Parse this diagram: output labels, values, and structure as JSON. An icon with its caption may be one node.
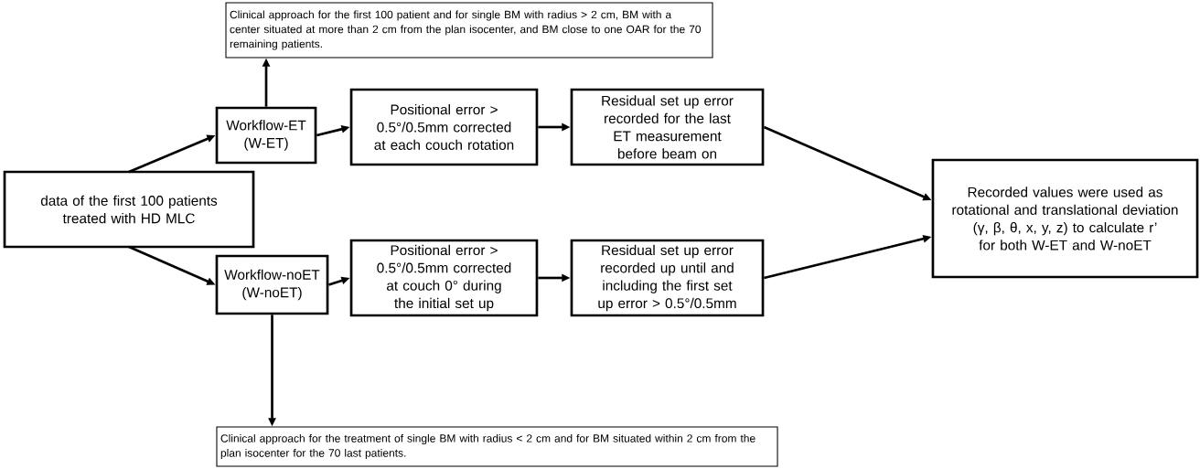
{
  "diagram": {
    "nodes": [
      {
        "text": [
          "Clinical approach for the first 100 patient and for single BM with radius > 2 cm, BM with a center situated at more than 2 cm from the plan isocenter, and BM close to one OAR for the 70 remaining patients."
        ]
      },
      {
        "text": [
          "data of the first 100 patients treated with HD MLC"
        ]
      },
      {
        "text": [
          "Workflow-ET (W-ET)"
        ]
      },
      {
        "text": [
          "Positional error > 0.5°/0.5mm corrected at each couch rotation"
        ]
      },
      {
        "text": [
          "Residual set up error recorded for the last ET measurement before beam on"
        ]
      },
      {
        "text": [
          "Workflow-noET (W-noET)"
        ]
      },
      {
        "text": [
          "Positional error > 0.5°/0.5mm corrected at couch 0° during the initial set up"
        ]
      },
      {
        "text": [
          "Residual set up error recorded up until and including the first set up error > 0.5°/0.5mm"
        ]
      },
      {
        "text": [
          "Recorded values were used as rotational and translational deviation (γ, β, θ, x, y, z) to calculate r’ for both W-ET and W-noET"
        ]
      },
      {
        "text": [
          "Clinical approach for the treatment of single BM with radius < 2 cm and for BM situated within 2 cm from the plan isocenter for the 70 last patients."
        ]
      }
    ],
    "edges": [
      {
        "from": 2,
        "to": 0,
        "arrow": "to"
      },
      {
        "from": 1,
        "to": 2,
        "arrow": "to"
      },
      {
        "from": 1,
        "to": 5,
        "arrow": "to"
      },
      {
        "from": 2,
        "to": 3,
        "arrow": "to"
      },
      {
        "from": 3,
        "to": 4,
        "arrow": "to"
      },
      {
        "from": 4,
        "to": 8,
        "arrow": "to"
      },
      {
        "from": 5,
        "to": 6,
        "arrow": "to"
      },
      {
        "from": 6,
        "to": 7,
        "arrow": "to"
      },
      {
        "from": 7,
        "to": 8,
        "arrow": "to"
      },
      {
        "from": 5,
        "to": 9,
        "arrow": "to"
      }
    ]
  }
}
